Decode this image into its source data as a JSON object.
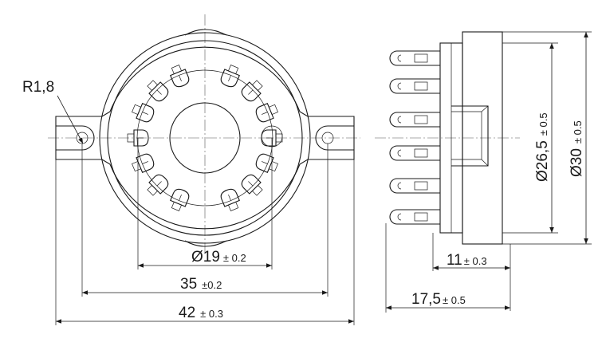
{
  "front_view": {
    "radius_label": "R1,8",
    "inner_diameter": {
      "value": "Ø19",
      "tolerance": "± 0.2"
    },
    "pin_spacing": {
      "value": "35",
      "tolerance": "±0.2"
    },
    "overall_width": {
      "value": "42",
      "tolerance": "± 0.3"
    }
  },
  "side_view": {
    "body_diameter": {
      "value": "Ø26,5",
      "tolerance": "± 0.5"
    },
    "flange_diameter": {
      "value": "Ø30",
      "tolerance": "± 0.5"
    },
    "body_height": {
      "value": "11",
      "tolerance": "± 0.3"
    },
    "overall_height": {
      "value": "17,5",
      "tolerance": "± 0.5"
    }
  }
}
